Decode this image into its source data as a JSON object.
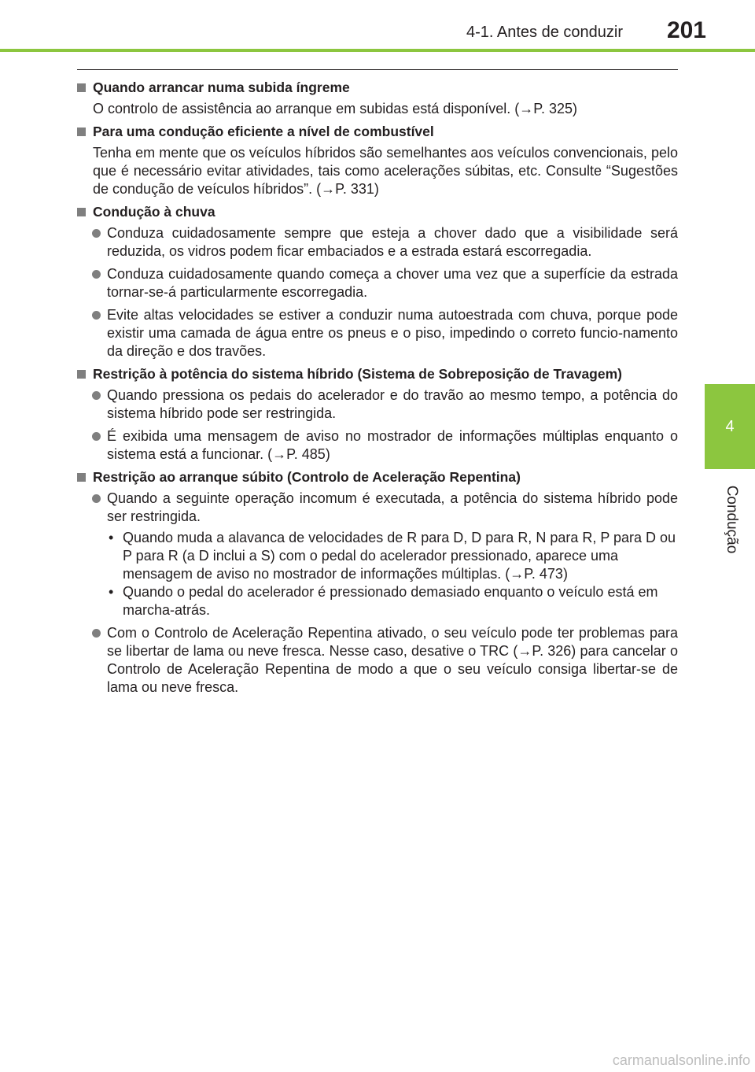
{
  "header": {
    "section": "4-1. Antes de conduzir",
    "page_number": "201"
  },
  "side_tab": {
    "chapter_number": "4",
    "chapter_label": "Condução"
  },
  "sections": [
    {
      "heading": "Quando arrancar numa subida íngreme",
      "paragraph": "O controlo de assistência ao arranque em subidas está disponível. (→P. 325)"
    },
    {
      "heading": "Para uma condução eficiente a nível de combustível",
      "paragraph": "Tenha em mente que os veículos híbridos são semelhantes aos veículos convencionais, pelo que é necessário evitar atividades, tais como acelerações súbitas, etc. Consulte “Sugestões de condução de veículos híbridos”. (→P. 331)"
    },
    {
      "heading": "Condução à chuva",
      "bullets": [
        "Conduza cuidadosamente sempre que esteja a chover dado que a visibilidade será reduzida, os vidros podem ficar embaciados e a estrada estará escorregadia.",
        "Conduza cuidadosamente quando começa a chover uma vez que a superfície da estrada tornar-se-á particularmente escorregadia.",
        "Evite altas velocidades se estiver a conduzir numa autoestrada com chuva, porque pode existir uma camada de água entre os pneus e o piso, impedindo o correto funcio-namento da direção e dos travões."
      ]
    },
    {
      "heading": "Restrição à potência do sistema híbrido (Sistema de Sobreposição de Travagem)",
      "bullets": [
        "Quando pressiona os pedais do acelerador e do travão ao mesmo tempo, a potência do  sistema híbrido pode ser restringida.",
        "É exibida uma mensagem de aviso  no mostrador de informações múltiplas enquanto o sistema está a funcionar. (→P. 485)"
      ]
    },
    {
      "heading": "Restrição ao arranque súbito (Controlo de Aceleração Repentina)",
      "bullet_1": "Quando a seguinte operação incomum é executada, a potência do sistema híbrido pode ser restringida.",
      "sub_items": [
        "Quando muda a alavanca de velocidades de R para D, D para R, N para R, P para D ou P para R (a D inclui a S) com o pedal do acelerador pressionado, aparece uma mensagem de aviso no mostrador de informações múltiplas. (→P. 473)",
        "Quando o pedal do acelerador é pressionado demasiado enquanto o veículo está em marcha-atrás."
      ],
      "bullet_2": "Com o Controlo de Aceleração Repentina ativado, o seu veículo pode ter problemas para se libertar de lama ou neve fresca. Nesse caso, desative o TRC (→P. 326) para cancelar o Controlo de Aceleração Repentina de modo a que o seu veículo consiga libertar-se de lama ou neve fresca."
    }
  ],
  "sub_marker": "•",
  "watermark": "carmanualsonline.info",
  "colors": {
    "accent_green": "#8cc63f",
    "marker_gray": "#7f7f7f",
    "text": "#231f20"
  }
}
